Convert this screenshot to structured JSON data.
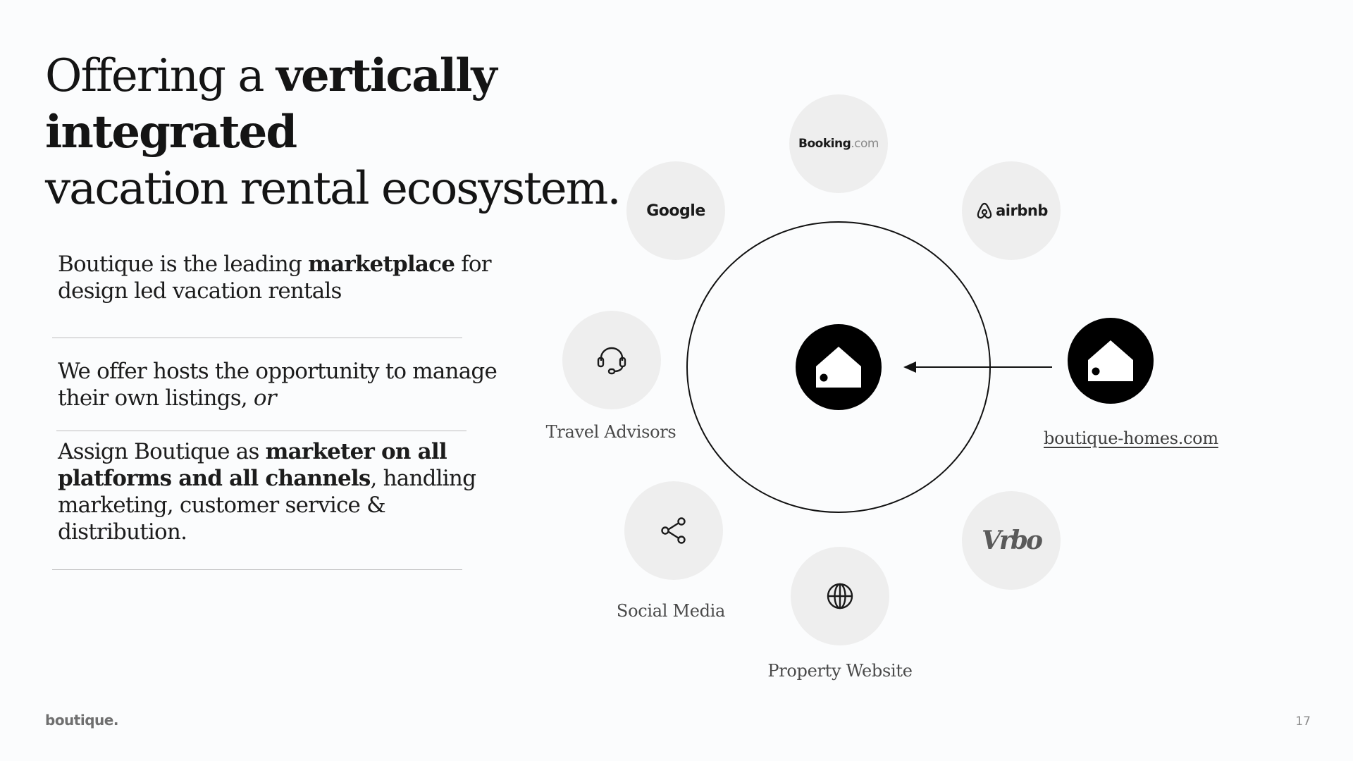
{
  "slide": {
    "title_pre": "Offering a ",
    "title_bold": "vertically integrated",
    "title_line2": "vacation rental ecosystem.",
    "points": [
      {
        "pre": "Boutique is the leading ",
        "bold": "marketplace",
        "post": " for design led vacation rentals"
      },
      {
        "pre": "We offer hosts the opportunity to manage their own listings, ",
        "italic": "or"
      },
      {
        "pre": "Assign Boutique as ",
        "bold": "marketer on all platforms and all channels",
        "post": ", handling marketing, customer service & distribution."
      }
    ],
    "brand": "boutique.",
    "page_number": "17"
  },
  "diagram": {
    "partners": {
      "booking_main": "Booking",
      "booking_suffix": ".com",
      "google": "Google",
      "airbnb": "airbnb",
      "vrbo": "Vrbo"
    },
    "captions": {
      "travel_advisors": "Travel Advisors",
      "social_media": "Social Media",
      "property_website": "Property Website"
    },
    "site_link": "boutique-homes.com",
    "icons": {
      "travel_advisors": "headset-icon",
      "social_media": "share-icon",
      "property_website": "globe-icon",
      "hub": "house-icon",
      "site": "house-icon"
    },
    "colors": {
      "node_fill": "#eeeeee",
      "hub_fill": "#000000",
      "ring": "#111111"
    }
  }
}
